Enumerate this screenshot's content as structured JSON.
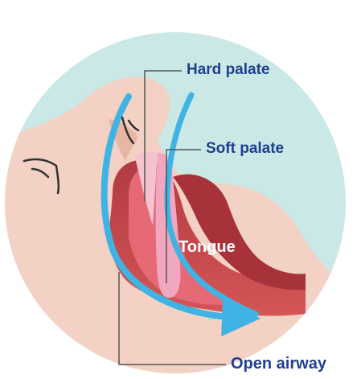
{
  "labels": {
    "hard_palate": "Hard palate",
    "soft_palate": "Soft palate",
    "tongue": "Tongue",
    "open_airway": "Open airway"
  },
  "colors": {
    "background_circle": "#c9e8e6",
    "skin": "#f3d1c4",
    "skin_shadow": "#e8b7a4",
    "mouth_cavity": "#c84848",
    "mouth_dark": "#a8323a",
    "tongue": "#e56a75",
    "soft_palate": "#f1a7bf",
    "airflow_arrow": "#3fb3e3",
    "label_text": "#1f3f8f",
    "leader_line": "#555555"
  },
  "icons": {
    "airflow": "airflow-arrow-icon",
    "eyelash": "eyelash-icon"
  }
}
